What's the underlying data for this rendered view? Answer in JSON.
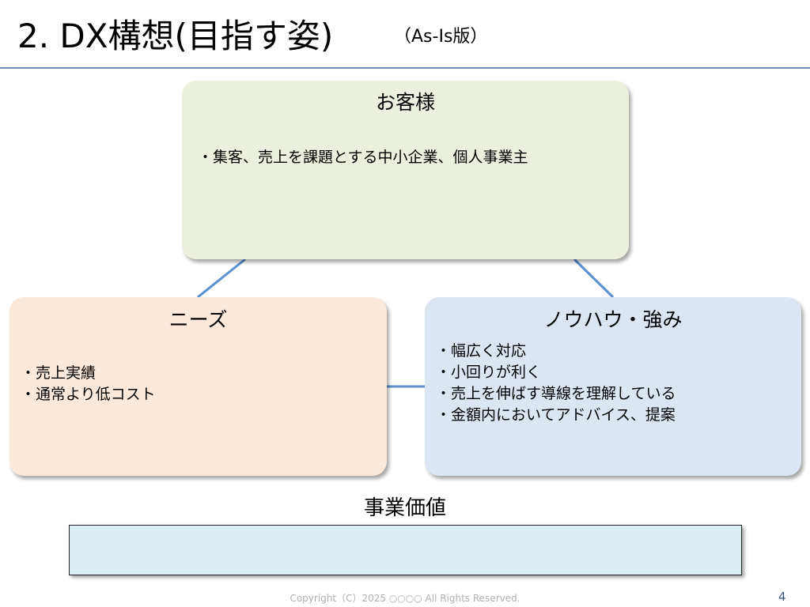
{
  "header": {
    "title": "2. DX構想(目指す姿)",
    "subtitle": "（As-Is版）"
  },
  "customer": {
    "title": "お客様",
    "items": [
      "集客、売上を課題とする中小企業、個人事業主"
    ]
  },
  "needs": {
    "title": "ニーズ",
    "items": [
      "売上実績",
      "通常より低コスト"
    ]
  },
  "knowhow": {
    "title": "ノウハウ・強み",
    "items": [
      "幅広く対応",
      "小回りが利く",
      "売上を伸ばす導線を理解している",
      "金額内においてアドバイス、提案"
    ]
  },
  "value": {
    "title": "事業価値",
    "content": ""
  },
  "footer": {
    "copyright": "Copyright（C）2025 ○○○○ All Rights Reserved.",
    "page": "4"
  },
  "colors": {
    "connector": "#5b8fd0",
    "rule": "#6f8fb3"
  }
}
